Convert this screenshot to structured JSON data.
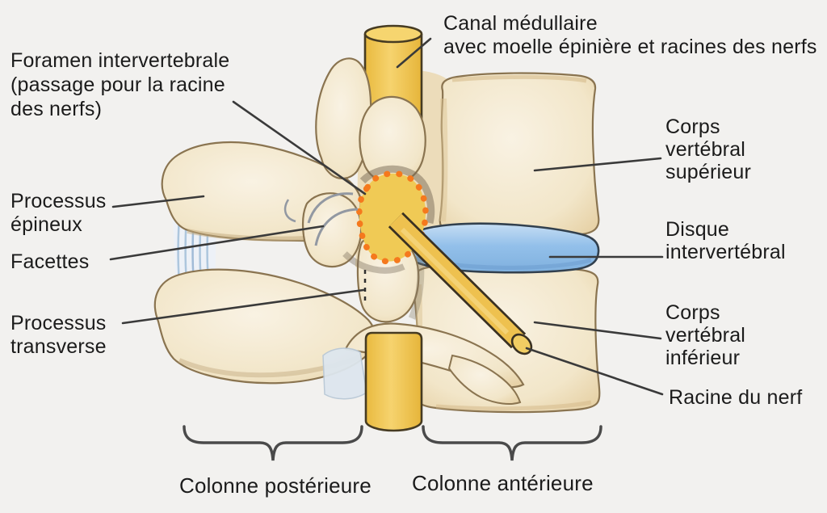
{
  "figure": {
    "description_labels": {
      "canal_medullaire": {
        "lines": [
          "Canal médullaire",
          "avec moelle épinière et racines des nerfs"
        ]
      },
      "foramen": {
        "lines": [
          "Foramen intervertebrale",
          "(passage pour la racine",
          "des nerfs)"
        ]
      },
      "processus_epineux": {
        "lines": [
          "Processus",
          "épineux"
        ]
      },
      "facettes": {
        "lines": [
          "Facettes"
        ]
      },
      "processus_transverse": {
        "lines": [
          "Processus",
          "transverse"
        ]
      },
      "corps_vertebral_superieur": {
        "lines": [
          "Corps",
          "vertébral",
          "supérieur"
        ]
      },
      "disque_intervertebral": {
        "lines": [
          "Disque",
          "intervertébral"
        ]
      },
      "corps_vertebral_inferieur": {
        "lines": [
          "Corps",
          "vertébral",
          "inférieur"
        ]
      },
      "racine_du_nerf": {
        "lines": [
          "Racine du nerf"
        ]
      },
      "colonne_posterieure": {
        "lines": [
          "Colonne postérieure"
        ]
      },
      "colonne_anterieure": {
        "lines": [
          "Colonne antérieure"
        ]
      }
    },
    "colors": {
      "background": "#f2f1ef",
      "bone_fill": "#f5ecd9",
      "bone_shade": "#e8d4ac",
      "bone_outline": "#8a7450",
      "canal_yellow": "#f2c654",
      "canal_outline": "#463b22",
      "disc_blue": "#93c0ea",
      "disc_light": "#cfe2f5",
      "disc_outline": "#32404e",
      "foramen_dots_orange": "#f5791d",
      "leader_line": "#3a3a3a",
      "label_text": "#1b1b1b"
    }
  }
}
